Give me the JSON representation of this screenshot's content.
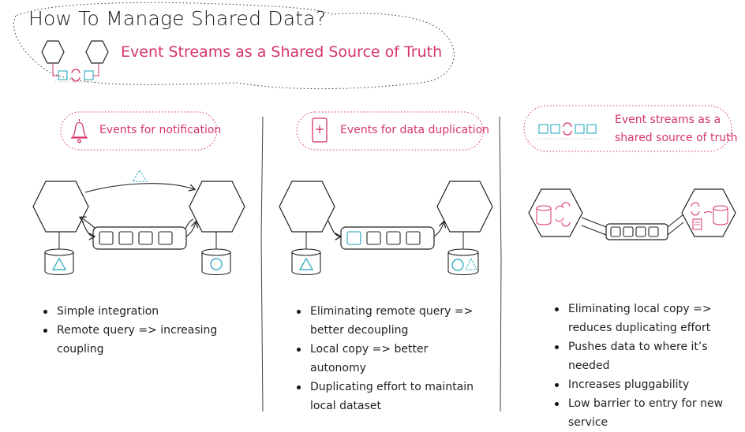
{
  "header": {
    "title": "How To Manage Shared Data?",
    "subtitle": "Event Streams as a Shared Source of Truth"
  },
  "columns": [
    {
      "heading": "Events for notification",
      "bullets": [
        "Simple integration",
        "Remote query => increasing coupling"
      ]
    },
    {
      "heading": "Events for data duplication",
      "bullets": [
        "Eliminating remote query => better decoupling",
        "Local copy => better autonomy",
        "Duplicating effort to maintain local dataset"
      ]
    },
    {
      "heading_line1": "Event streams as a",
      "heading_line2": "shared source of truth",
      "bullets": [
        "Eliminating local copy => reduces duplicating effort",
        "Pushes data to where it’s needed",
        "Increases pluggability",
        "Low barrier to entry for new service"
      ]
    }
  ],
  "colors": {
    "accent_pink": "#d6336c",
    "accent_teal": "#1aa3b8",
    "ink": "#222222"
  },
  "icons": [
    "bell-icon",
    "phone-plus-icon",
    "sync-icon",
    "triangle-icon",
    "circle-icon",
    "database-icon",
    "document-icon",
    "hexagon-service-icon"
  ]
}
